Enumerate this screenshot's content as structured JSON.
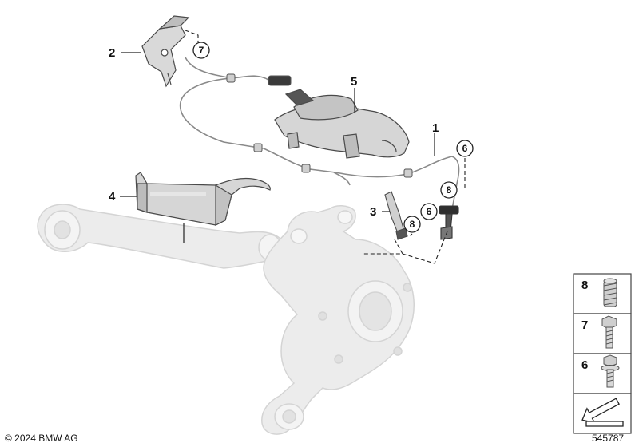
{
  "callouts": {
    "c1": "1",
    "c2": "2",
    "c3": "3",
    "c4": "4",
    "c5": "5"
  },
  "circled_refs": {
    "r7_top": "7",
    "r6_right": "6",
    "r8_right": "8",
    "r6_mid": "6",
    "r8_mid": "8"
  },
  "legend": {
    "items": [
      {
        "number": "8",
        "icon": "threaded-insert-icon"
      },
      {
        "number": "7",
        "icon": "hex-bolt-icon"
      },
      {
        "number": "6",
        "icon": "flange-bolt-icon"
      }
    ],
    "nav_icon": "arrow-next-icon"
  },
  "footer": {
    "copyright": "© 2024 BMW AG",
    "diagram_id": "545787"
  }
}
